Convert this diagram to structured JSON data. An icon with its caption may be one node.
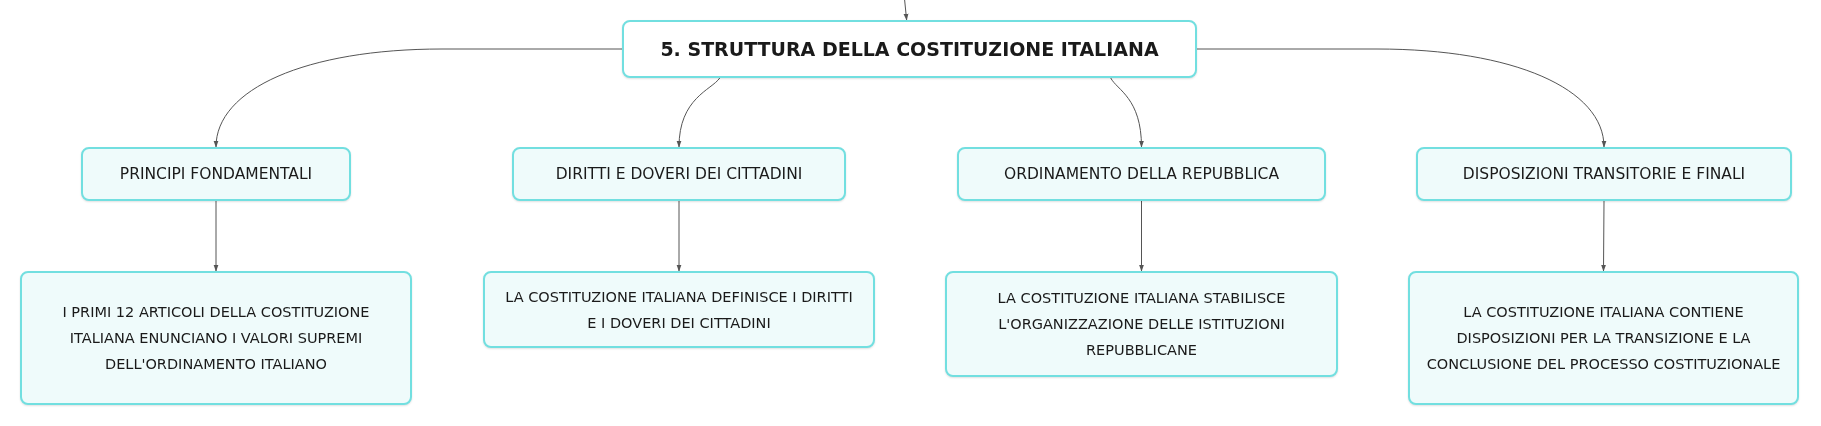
{
  "diagram": {
    "nodes": [
      {
        "text": [
          "5. STRUTTURA DELLA COSTITUZIONE ITALIANA"
        ]
      },
      {
        "text": [
          "PRINCIPI FONDAMENTALI"
        ]
      },
      {
        "text": [
          "DIRITTI E DOVERI DEI CITTADINI"
        ]
      },
      {
        "text": [
          "ORDINAMENTO DELLA REPUBBLICA"
        ]
      },
      {
        "text": [
          "DISPOSIZIONI TRANSITORIE E FINALI"
        ]
      },
      {
        "text": [
          "I PRIMI 12 ARTICOLI DELLA COSTITUZIONE ITALIANA ENUNCIANO I VALORI SUPREMI DELL'ORDINAMENTO ITALIANO"
        ]
      },
      {
        "text": [
          "LA COSTITUZIONE ITALIANA DEFINISCE I DIRITTI E I DOVERI DEI CITTADINI"
        ]
      },
      {
        "text": [
          "LA COSTITUZIONE ITALIANA STABILISCE L'ORGANIZZAZIONE DELLE ISTITUZIONI REPUBBLICANE"
        ]
      },
      {
        "text": [
          "LA COSTITUZIONE ITALIANA CONTIENE DISPOSIZIONI PER LA TRANSIZIONE E LA CONCLUSIONE DEL PROCESSO COSTITUZIONALE"
        ]
      }
    ],
    "edges": [
      {
        "from": null,
        "to": 0,
        "arrow": "to"
      },
      {
        "from": 0,
        "to": 1,
        "arrow": "to"
      },
      {
        "from": 0,
        "to": 2,
        "arrow": "to"
      },
      {
        "from": 0,
        "to": 3,
        "arrow": "to"
      },
      {
        "from": 0,
        "to": 4,
        "arrow": "to"
      },
      {
        "from": 1,
        "to": 5,
        "arrow": "to"
      },
      {
        "from": 2,
        "to": 6,
        "arrow": "to"
      },
      {
        "from": 3,
        "to": 7,
        "arrow": "to"
      },
      {
        "from": 4,
        "to": 8,
        "arrow": "to"
      }
    ]
  }
}
